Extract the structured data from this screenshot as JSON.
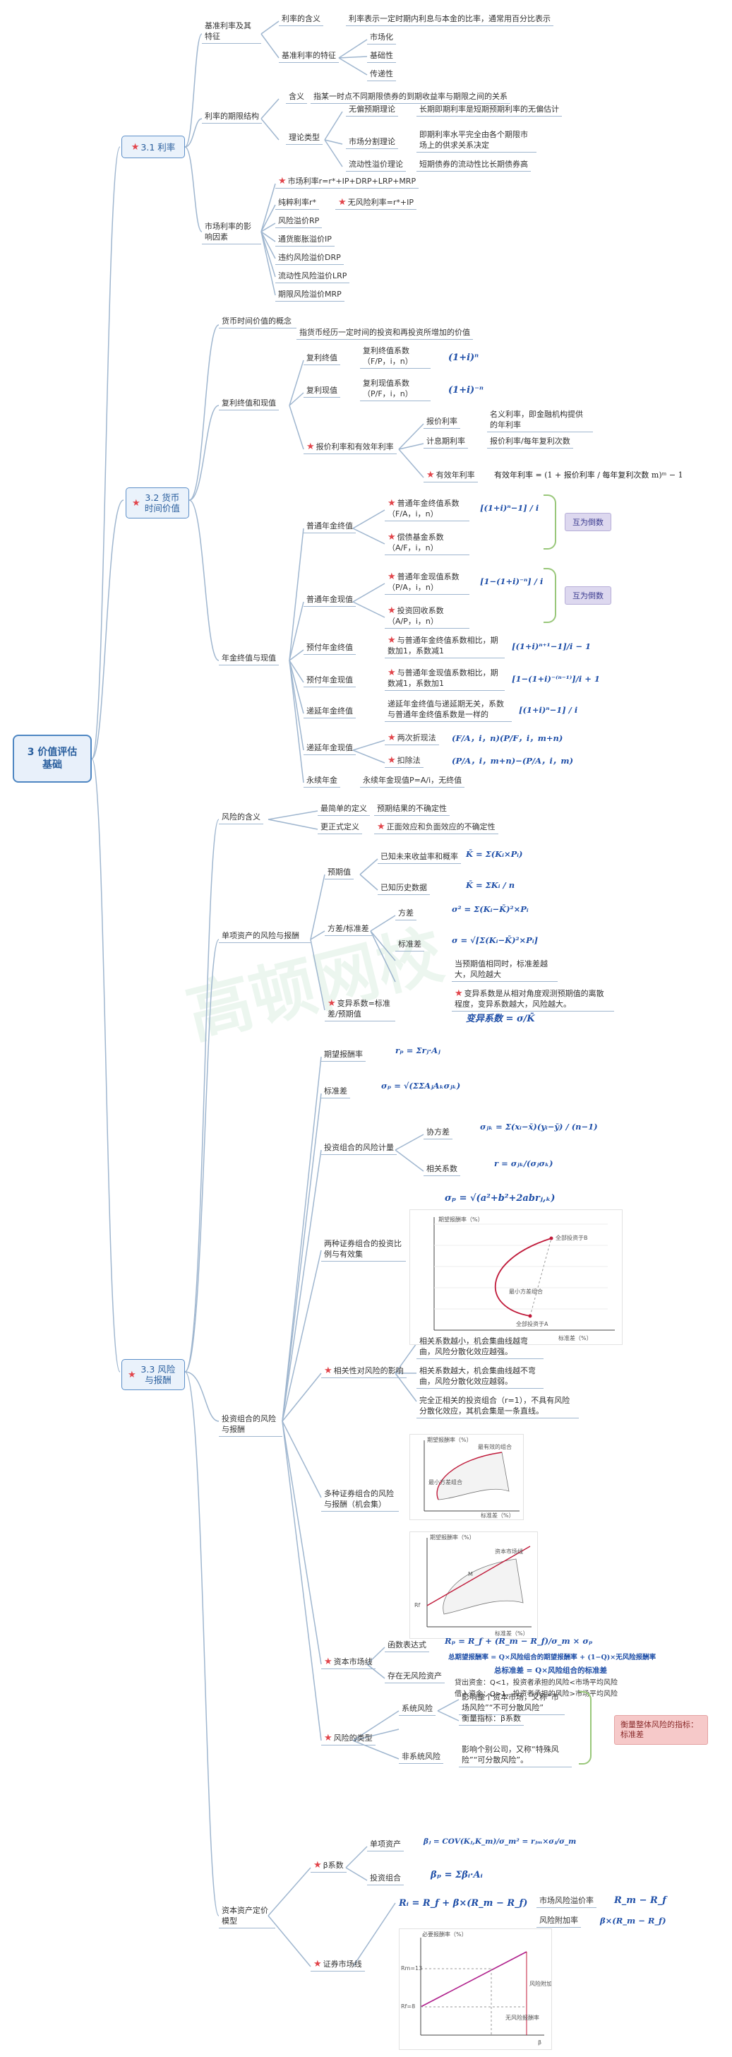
{
  "root": {
    "title": "3 价值评估基础"
  },
  "sections": {
    "s1": "3.1 利率",
    "s2": "3.2 货币时间价值",
    "s3": "3.3 风险与报酬"
  },
  "s1": {
    "base": "基准利率及其特征",
    "meaning": "利率的含义",
    "meaning_text": "利率表示一定时期内利息与本金的比率，通常用百分比表示",
    "feature": "基准利率的特征",
    "f1": "市场化",
    "f2": "基础性",
    "f3": "传递性",
    "term": "利率的期限结构",
    "def": "含义",
    "def_text": "指某一时点不同期限债券的到期收益率与期限之间的关系",
    "theory": "理论类型",
    "t1": "无偏预期理论",
    "t1d": "长期即期利率是短期预期利率的无偏估计",
    "t2": "市场分割理论",
    "t2d": "即期利率水平完全由各个期限市场上的供求关系决定",
    "t3": "流动性溢价理论",
    "t3d": "短期债券的流动性比长期债券高",
    "factor": "市场利率的影响因素",
    "r1": "市场利率r=r*+IP+DRP+LRP+MRP",
    "r2": "纯粹利率r*",
    "r2d": "无风险利率=r*+IP",
    "r3": "风险溢价RP",
    "r4": "通货膨胀溢价IP",
    "r5": "违约风险溢价DRP",
    "r6": "流动性风险溢价LRP",
    "r7": "期限风险溢价MRP"
  },
  "s2": {
    "concept": "货币时间价值的概念",
    "concept_text": "指货币经历一定时间的投资和再投资所增加的价值",
    "cp": "复利终值和现值",
    "fv": "复利终值",
    "fv_coef": "复利终值系数 （F/P，i，n）",
    "fv_f": "(1+i)ⁿ",
    "pv": "复利现值",
    "pv_coef": "复利现值系数 （P/F，i，n）",
    "pv_f": "(1+i)⁻ⁿ",
    "quoted": "报价利率和有效年利率",
    "q1": "报价利率",
    "q1d": "名义利率，即金融机构提供的年利率",
    "q2": "计息期利率",
    "q2d": "报价利率/每年复利次数",
    "q3": "有效年利率",
    "q3f": "有效年利率 = (1 + 报价利率 / 每年复利次数 m)ᵐ − 1",
    "ann": "年金终值与现值",
    "a1": "普通年金终值",
    "a1c1": "普通年金终值系数 （F/A，i，n）",
    "a1f1": "[(1+i)ⁿ−1] / i",
    "a1c2": "偿债基金系数 （A/F，i，n）",
    "note1": "互为倒数",
    "a2": "普通年金现值",
    "a2c1": "普通年金现值系数 （P/A，i，n）",
    "a2f1": "[1−(1+i)⁻ⁿ] / i",
    "a2c2": "投资回收系数 （A/P，i，n）",
    "note2": "互为倒数",
    "a3": "预付年金终值",
    "a3d": "与普通年金终值系数相比，期数加1，系数减1",
    "a3f": "[(1+i)ⁿ⁺¹−1]/i − 1",
    "a4": "预付年金现值",
    "a4d": "与普通年金现值系数相比，期数减1，系数加1",
    "a4f": "[1−(1+i)⁻⁽ⁿ⁻¹⁾]/i + 1",
    "a5": "递延年金终值",
    "a5d": "递延年金终值与递延期无关，系数与普通年金终值系数是一样的",
    "a5f": "[(1+i)ⁿ−1] / i",
    "a6": "递延年金现值",
    "a6a": "两次折现法",
    "a6af": "(F/A，i，n)(P/F，i，m+n)",
    "a6b": "扣除法",
    "a6bf": "(P/A，i，m+n)−(P/A，i，m)",
    "a7": "永续年金",
    "a7d": "永续年金现值P=A/i，无终值"
  },
  "s3": {
    "meaning": "风险的含义",
    "m1": "最简单的定义",
    "m1d": "预期结果的不确定性",
    "m2": "更正式定义",
    "m2d": "正面效应和负面效应的不确定性",
    "single": "单项资产的风险与报酬",
    "ev": "预期值",
    "ev1": "已知未来收益率和概率",
    "ev1f": "K̄ = Σ(Kᵢ×Pᵢ)",
    "ev2": "已知历史数据",
    "ev2f": "K̄ = ΣKᵢ / n",
    "var": "方差/标准差",
    "var1": "方差",
    "var1f": "σ² = Σ(Kᵢ−K̄)²×Pᵢ",
    "var2": "标准差",
    "var2f": "σ = √[Σ(Kᵢ−K̄)²×Pᵢ]",
    "var3": "当预期值相同时，标准差越大，风险越大",
    "cv": "变异系数=标准差/预期值",
    "cvd": "变异系数是从相对角度观测预期值的离散程度，变异系数越大，风险越大。",
    "cvf": "变异系数 = σ/K̄",
    "port": "投资组合的风险与报酬",
    "er": "期望报酬率",
    "erf": "rₚ = Σrⱼ·Aⱼ",
    "sd": "标准差",
    "sdf": "σₚ = √(ΣΣAⱼAₖσⱼₖ)",
    "calc": "投资组合的风险计量",
    "cov": "协方差",
    "covf": "σⱼₖ = Σ(xᵢ−x̄)(yᵢ−ȳ) / (n−1)",
    "corr": "相关系数",
    "corrf": "r = σⱼₖ/(σⱼσₖ)",
    "twof": "σₚ = √(a²+b²+2abrⱼ,ₖ)",
    "two": "两种证券组合的投资比例与有效集",
    "chart1": {
      "ylabel": "期望报酬率（%）",
      "xlabel": "标准差（%）",
      "lbl_a": "全部投资于B",
      "lbl_b": "最小方差组合",
      "lbl_c": "全部投资于A"
    },
    "corr_eff": "相关性对风险的影响",
    "c1": "相关系数越小，机会集曲线越弯曲，风险分散化效应越强。",
    "c2": "相关系数越大，机会集曲线越不弯曲，风险分散化效应越弱。",
    "c3": "完全正相关的投资组合（r=1），不具有风险分散化效应，其机会集是一条直线。",
    "multi": "多种证券组合的风险与报酬（机会集）",
    "chart2": {
      "ylabel": "期望报酬率（%）",
      "xlabel": "标准差（%）",
      "lbl1": "最有效的组合",
      "lbl2": "最小方差组合"
    },
    "chart3": {
      "ylabel": "期望报酬率（%）",
      "xlabel": "标准差（%）",
      "lbl1": "资本市场线",
      "lbl2": "M",
      "lbl3": "Rf"
    },
    "cml": "资本市场线",
    "cml1": "函数表达式",
    "cml1f": "Rₚ = R_f + (R_m − R_f)/σ_m × σₚ",
    "cml2": "存在无风险资产",
    "cml2a": "总期望报酬率 = Q×风险组合的期望报酬率 + (1−Q)×无风险报酬率",
    "cml2b": "总标准差 = Q×风险组合的标准差",
    "cml2c": "贷出资金：Q<1，投资者承担的风险<市场平均风险",
    "cml2d": "借入资金：Q>1，投资者承担的风险>市场平均风险",
    "types": "风险的类型",
    "sys": "系统风险",
    "sys1": "影响整个资本市场，又称“市场风险”“不可分散风险”",
    "sys2": "衡量指标：β系数",
    "unsys": "非系统风险",
    "unsys1": "影响个别公司，又称“特殊风险”“可分散风险”。",
    "note": "衡量整体风险的指标：标准差",
    "capm": "资本资产定价模型",
    "beta": "β系数",
    "b1": "单项资产",
    "b1f": "βⱼ = COV(Kⱼ,K_m)/σ_m² = rⱼₘ×σⱼ/σ_m",
    "b2": "投资组合",
    "b2f": "βₚ = Σβᵢ·Aᵢ",
    "sml": "证券市场线",
    "smlf": "Rᵢ = R_f + β×(R_m − R_f)",
    "sml1": "市场风险溢价率",
    "sml1f": "R_m − R_f",
    "sml2": "风险附加率",
    "sml2f": "β×(R_m − R_f)",
    "chart4": {
      "ylabel": "必要报酬率（%）",
      "xlabel": "β",
      "lbl1": "风险附加率",
      "lbl2": "无风险报酬率",
      "lbl3": "Rm=13",
      "lbl4": "Rf=8"
    }
  },
  "watermark": "高顿网校"
}
